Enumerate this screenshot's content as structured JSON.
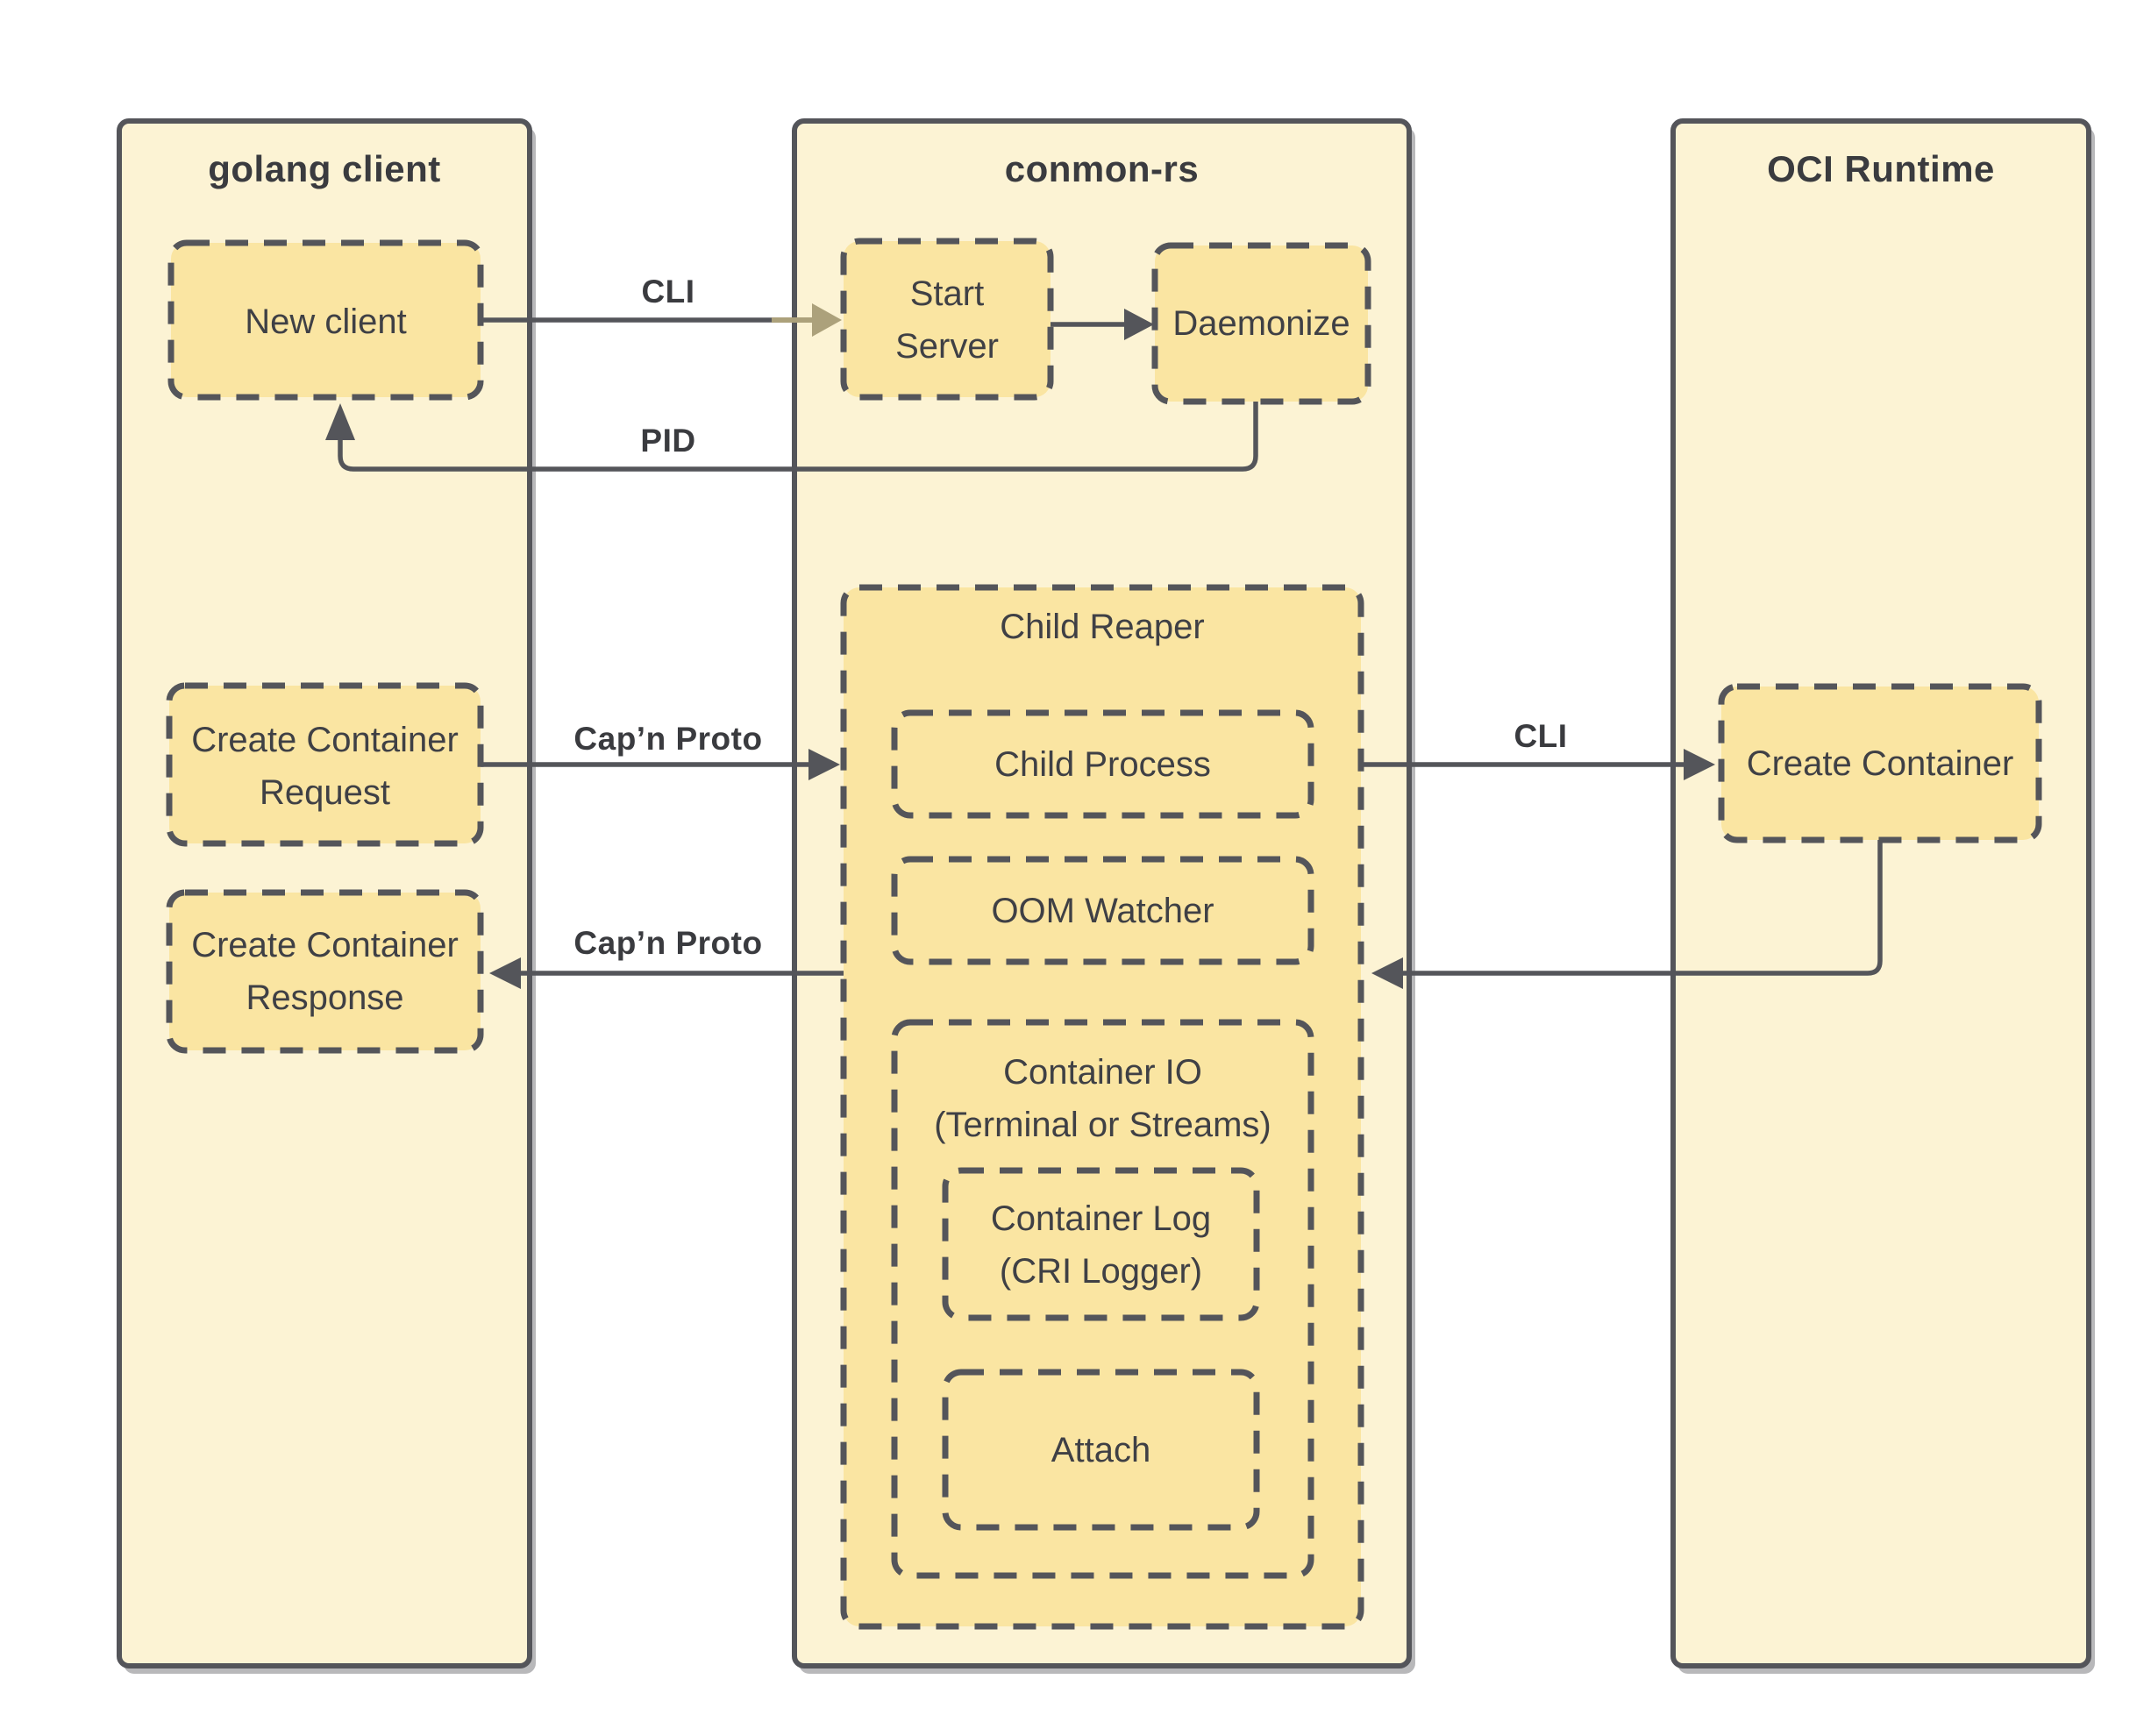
{
  "diagram": {
    "columns": [
      {
        "id": "golang-client",
        "title": "golang client"
      },
      {
        "id": "conmon-rs",
        "title": "conmon-rs"
      },
      {
        "id": "oci-runtime",
        "title": "OCI Runtime"
      }
    ],
    "nodes": {
      "new_client": {
        "label": "New client"
      },
      "start_server": {
        "line1": "Start",
        "line2": "Server"
      },
      "daemonize": {
        "label": "Daemonize"
      },
      "create_container_request": {
        "line1": "Create Container",
        "line2": "Request"
      },
      "create_container_response": {
        "line1": "Create Container",
        "line2": "Response"
      },
      "child_reaper": {
        "label": "Child Reaper"
      },
      "child_process": {
        "label": "Child Process"
      },
      "oom_watcher": {
        "label": "OOM Watcher"
      },
      "container_io": {
        "line1": "Container IO",
        "line2": "(Terminal or Streams)"
      },
      "container_log": {
        "line1": "Container Log",
        "line2": "(CRI Logger)"
      },
      "attach": {
        "label": "Attach"
      },
      "create_container": {
        "label": "Create Container"
      }
    },
    "edge_labels": {
      "cli_left": "CLI",
      "pid": "PID",
      "capn_proto_request": "Cap’n Proto",
      "capn_proto_response": "Cap’n Proto",
      "cli_right": "CLI"
    },
    "colors": {
      "background": "#ffffff",
      "column_fill": "#fcf3d4",
      "box_fill": "#fae5a2",
      "border": "#54555a",
      "text": "#3f4045",
      "tan_arrow": "#aca17b"
    }
  }
}
